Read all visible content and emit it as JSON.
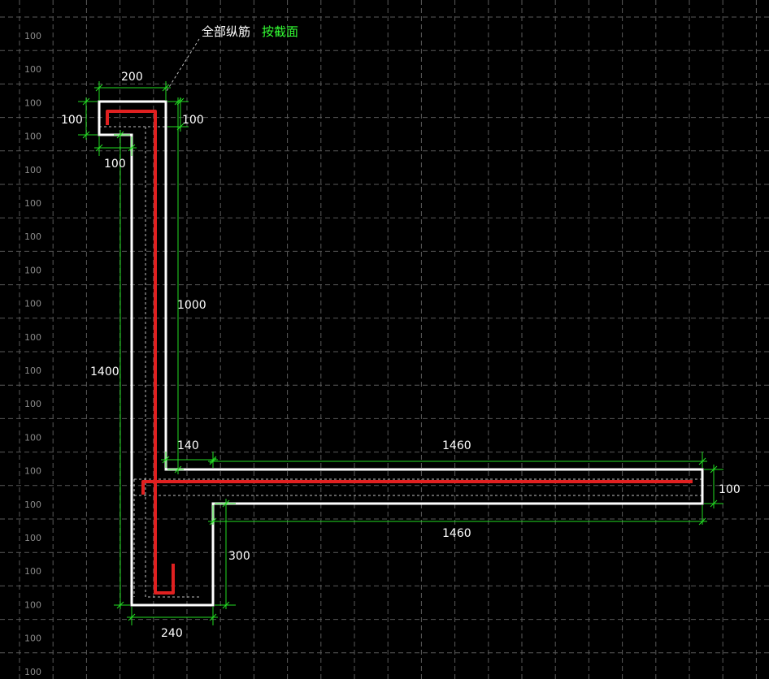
{
  "annotation": {
    "label": "全部纵筋",
    "link": "按截面"
  },
  "grid_row_label": "100",
  "grid_row_count": 20,
  "dimensions": {
    "top_width": "200",
    "top_left_height": "100",
    "top_right_height": "100",
    "top_step": "100",
    "upper_height": "1000",
    "total_height": "1400",
    "corner_offset": "140",
    "flange_top_length": "1460",
    "flange_thickness": "100",
    "flange_bottom_length": "1460",
    "bottom_height": "300",
    "bottom_width": "240"
  },
  "colors": {
    "background": "#000000",
    "outline": "#ffffff",
    "rebar": "#e02020",
    "dimension": "#22dd22",
    "link": "#33ff33"
  }
}
